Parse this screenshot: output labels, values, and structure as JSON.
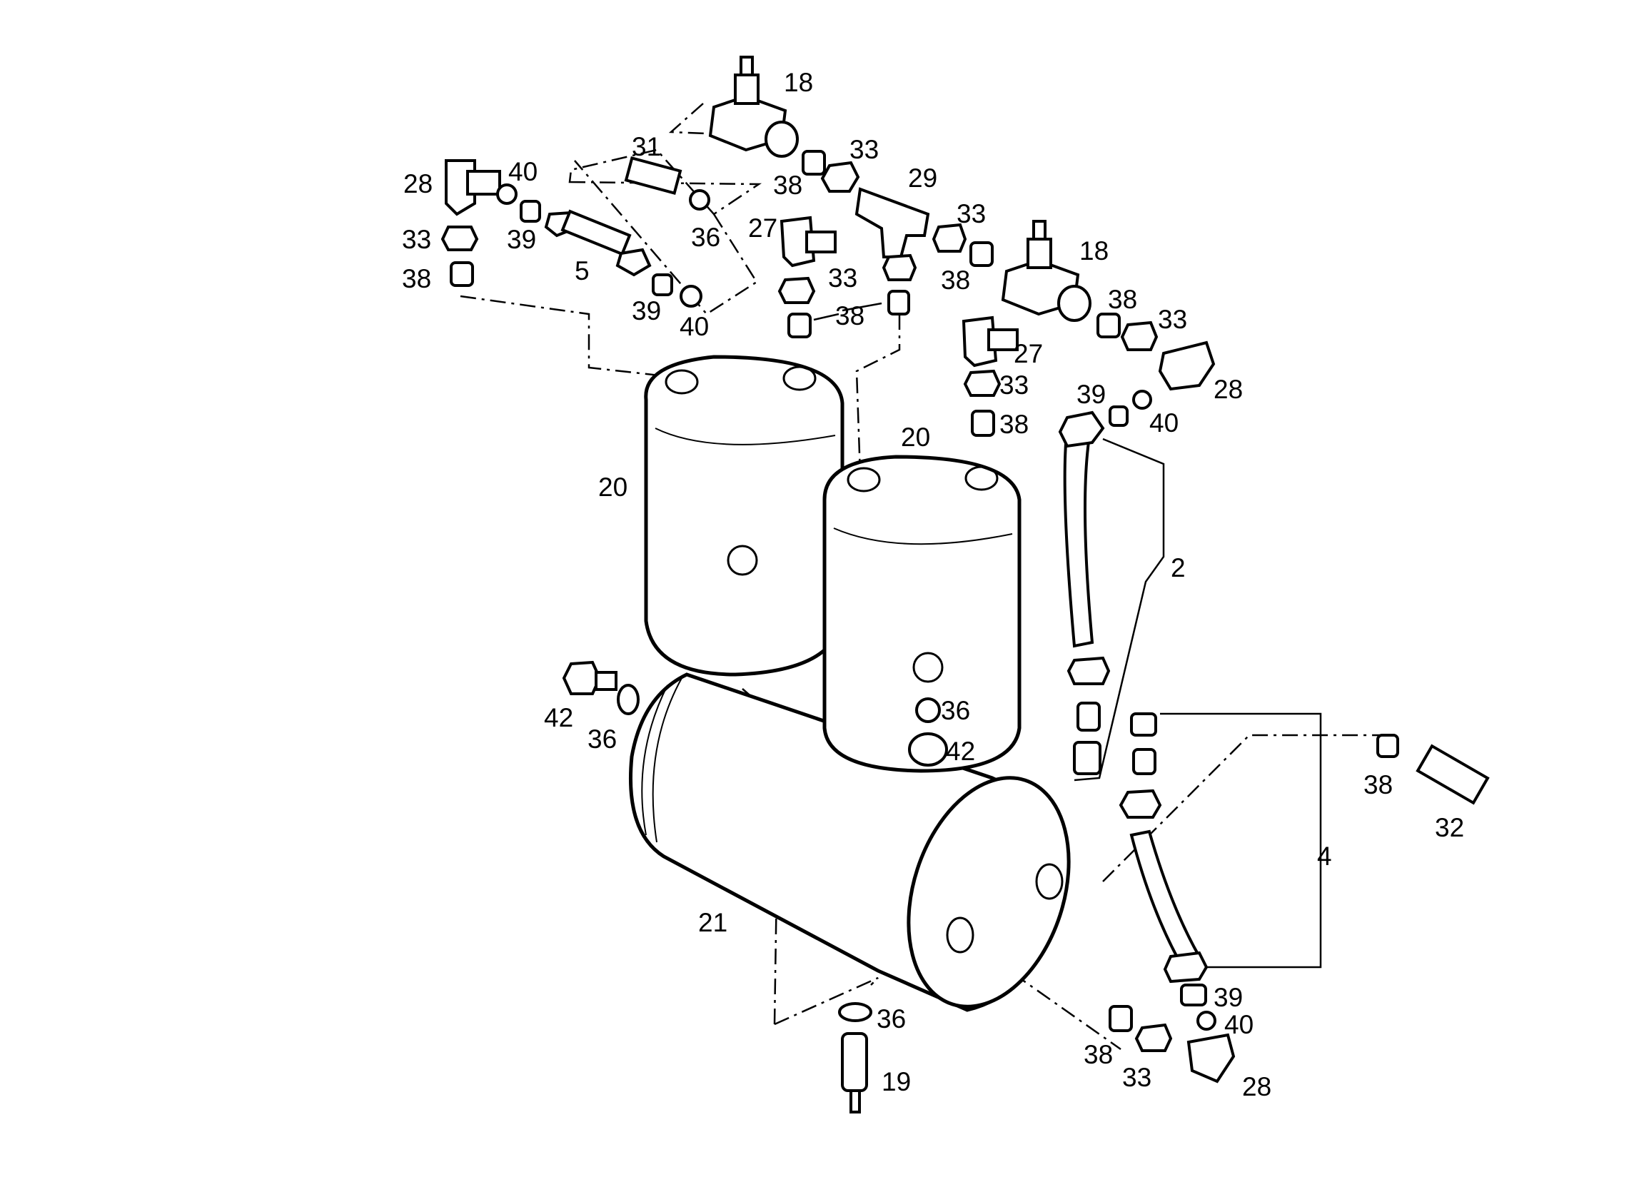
{
  "diagram": {
    "callouts": {
      "valve_top": "18",
      "valve_mid": "18",
      "tee_29": "29",
      "fitting_31": "31",
      "elbow_27a": "27",
      "elbow_27b": "27",
      "elbow_28_left": "28",
      "elbow_28_right": "28",
      "elbow_28_bottom": "28",
      "nipple_5": "5",
      "pipe_2": "2",
      "pipe_4": "4",
      "tank_20_left": "20",
      "tank_20_right": "20",
      "tank_21": "21",
      "drain_19": "19",
      "union_32": "32",
      "plug_42_left": "42",
      "plug_42_right": "42",
      "nut_33_a": "33",
      "nut_33_b": "33",
      "nut_33_c": "33",
      "nut_33_d": "33",
      "nut_33_e": "33",
      "nut_33_f": "33",
      "nut_33_g": "33",
      "sleeve_38_a": "38",
      "sleeve_38_b": "38",
      "sleeve_38_c": "38",
      "sleeve_38_d": "38",
      "sleeve_38_e": "38",
      "sleeve_38_f": "38",
      "sleeve_38_g": "38",
      "sleeve_38_h": "38",
      "ring_39_a": "39",
      "ring_39_b": "39",
      "ring_39_c": "39",
      "ring_39_d": "39",
      "ring_40_a": "40",
      "ring_40_b": "40",
      "ring_40_c": "40",
      "ring_40_d": "40",
      "seal_36_a": "36",
      "seal_36_b": "36",
      "seal_36_c": "36",
      "seal_36_d": "36"
    }
  }
}
